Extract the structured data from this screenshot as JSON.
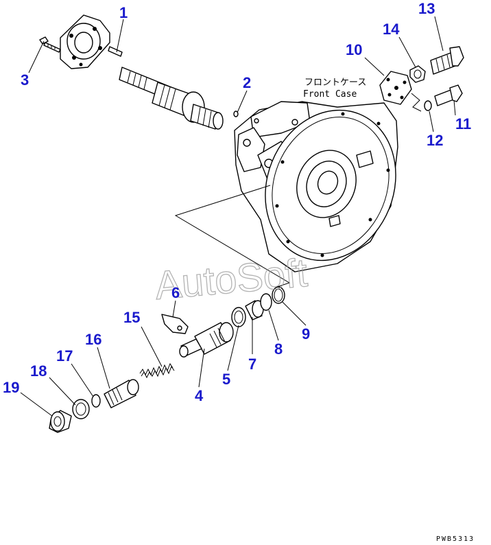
{
  "case_label": {
    "jp": "フロントケース",
    "en": "Front Case"
  },
  "watermark": "AutoSoft",
  "drawing_code": "PWB5313",
  "callouts": {
    "c1": "1",
    "c2": "2",
    "c3": "3",
    "c4": "4",
    "c5": "5",
    "c6": "6",
    "c7": "7",
    "c8": "8",
    "c9": "9",
    "c10": "10",
    "c11": "11",
    "c12": "12",
    "c13": "13",
    "c14": "14",
    "c15": "15",
    "c16": "16",
    "c17": "17",
    "c18": "18",
    "c19": "19"
  },
  "colors": {
    "callout": "#1a1acc",
    "line": "#000000",
    "watermark": "#9a9a9a"
  }
}
